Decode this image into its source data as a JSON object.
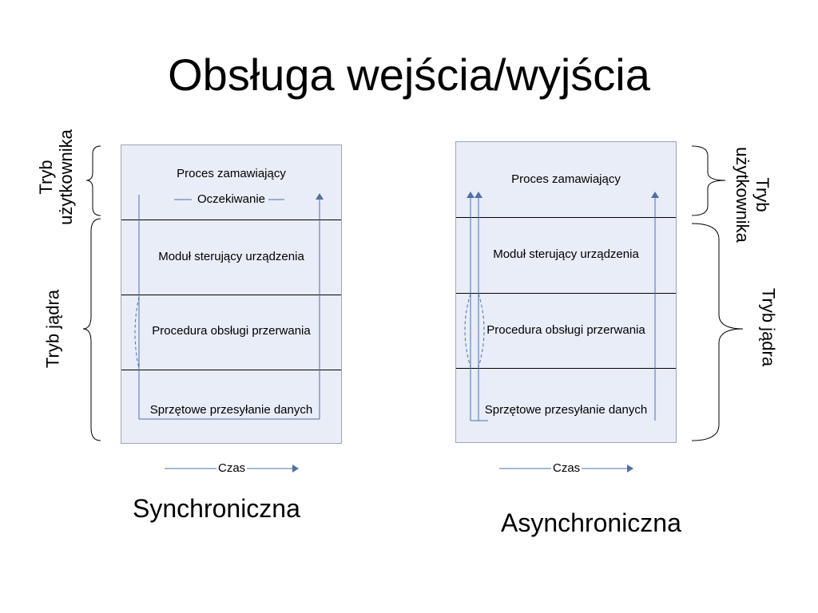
{
  "title": "Obsługa wejścia/wyjścia",
  "synchronous": {
    "caption": "Synchroniczna",
    "layers": [
      "Proces zamawiający",
      "Moduł sterujący urządzenia",
      "Procedura obsługi przerwania",
      "Sprzętowe przesyłanie danych"
    ],
    "waiting_label": "Oczekiwanie",
    "user_mode_label": "Tryb użytkownika",
    "kernel_mode_label": "Tryb jądra",
    "time_label": "Czas"
  },
  "asynchronous": {
    "caption": "Asynchroniczna",
    "layers": [
      "Proces zamawiający",
      "Moduł sterujący urządzenia",
      "Procedura obsługi przerwania",
      "Sprzętowe przesyłanie danych"
    ],
    "user_mode_label": "Tryb użytkownika",
    "kernel_mode_label": "Tryb jądra",
    "time_label": "Czas"
  },
  "colors": {
    "panel_fill": "#e8edf7",
    "arrow": "#4f6fa8",
    "divider": "#000000"
  }
}
